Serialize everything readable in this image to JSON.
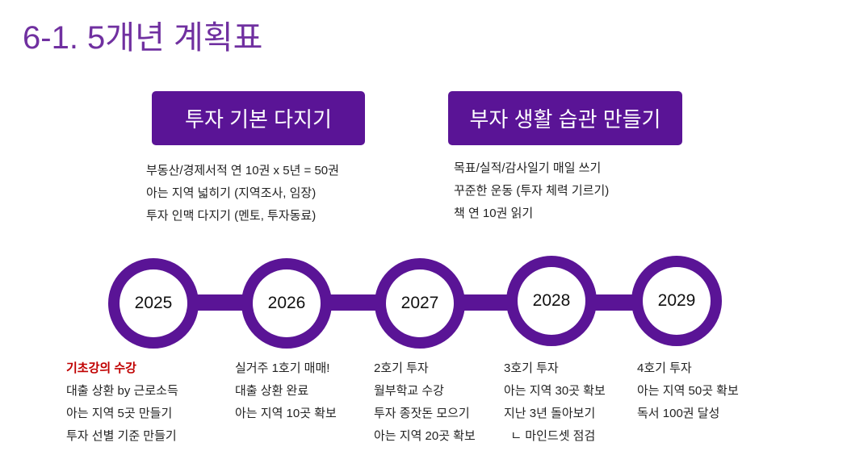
{
  "title": "6-1. 5개년 계획표",
  "headers": [
    {
      "label": "투자 기본 다지기",
      "items": [
        "부동산/경제서적 연 10권 x 5년 = 50권",
        "아는 지역 넓히기 (지역조사, 임장)",
        "투자 인맥 다지기 (멘토, 투자동료)"
      ]
    },
    {
      "label": "부자 생활 습관 만들기",
      "items": [
        "목표/실적/감사일기 매일 쓰기",
        "꾸준한 운동 (투자 체력 기르기)",
        "책 연 10권 읽기"
      ]
    }
  ],
  "years": [
    {
      "year": "2025",
      "items": [
        "기초강의 수강",
        "대출 상환 by 근로소득",
        "아는 지역 5곳 만들기",
        "투자 선별 기준 만들기"
      ]
    },
    {
      "year": "2026",
      "items": [
        "실거주 1호기 매매!",
        "대출 상환 완료",
        "아는 지역 10곳 확보"
      ]
    },
    {
      "year": "2027",
      "items": [
        "2호기 투자",
        "월부학교 수강",
        "투자 종잣돈 모으기",
        "아는 지역 20곳 확보"
      ]
    },
    {
      "year": "2028",
      "items": [
        "3호기 투자",
        "아는 지역 30곳 확보",
        "지난 3년 돌아보기",
        "  ㄴ 마인드셋 점검"
      ]
    },
    {
      "year": "2029",
      "items": [
        "4호기 투자",
        "아는 지역 50곳 확보",
        "독서 100권 달성"
      ]
    }
  ],
  "colors": {
    "accent": "#5a1496",
    "title": "#7030a0",
    "highlight": "#c00000"
  }
}
